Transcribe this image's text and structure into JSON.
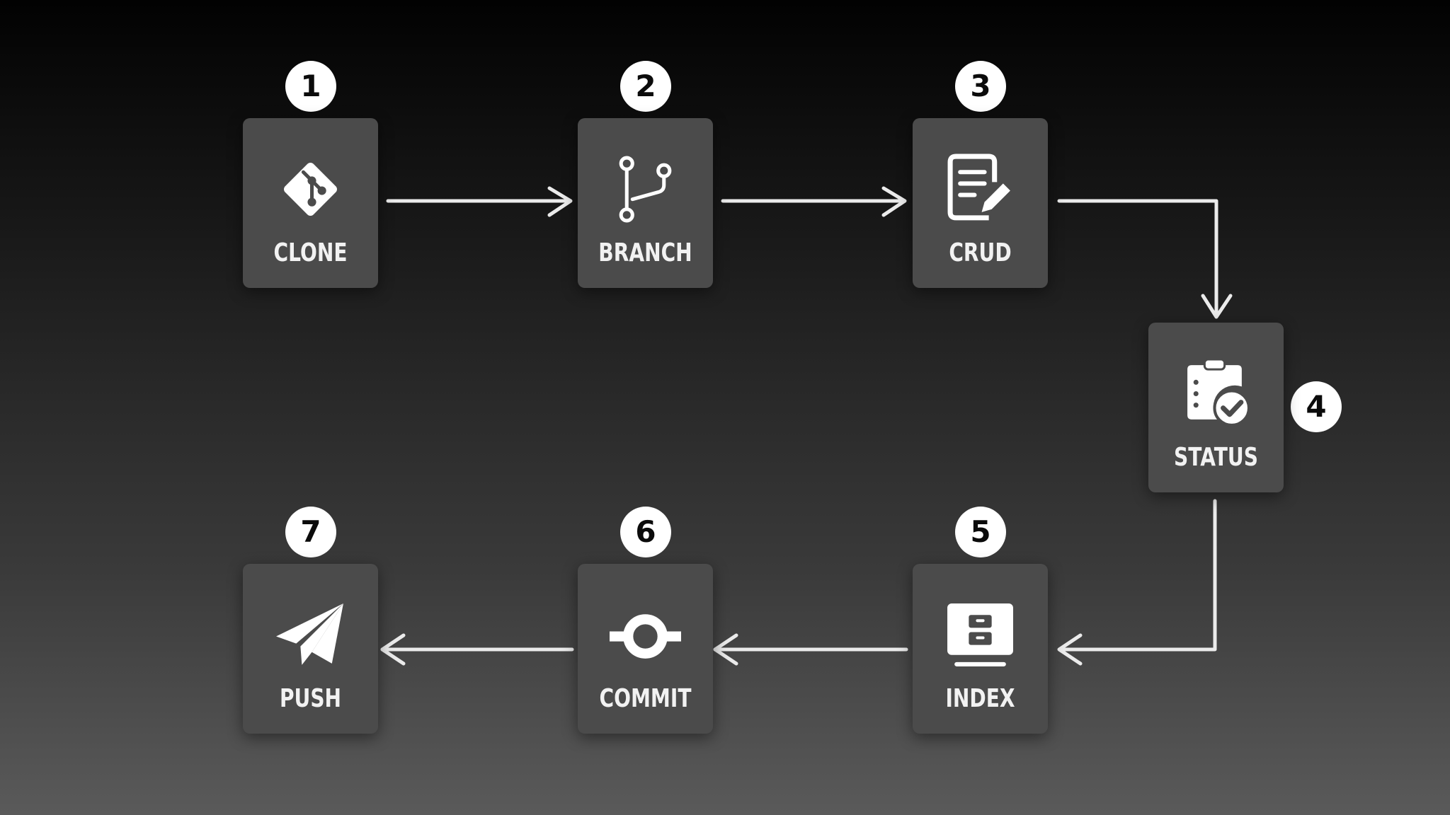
{
  "colors": {
    "card": "#4b4b4b",
    "badge": "#ffffff",
    "arrow": "#ebebeb",
    "label": "#f2f2f2"
  },
  "steps": [
    {
      "number": "1",
      "label": "CLONE",
      "icon": "git-icon"
    },
    {
      "number": "2",
      "label": "BRANCH",
      "icon": "branch-icon"
    },
    {
      "number": "3",
      "label": "CRUD",
      "icon": "edit-document-icon"
    },
    {
      "number": "4",
      "label": "STATUS",
      "icon": "clipboard-check-icon"
    },
    {
      "number": "5",
      "label": "INDEX",
      "icon": "archive-icon"
    },
    {
      "number": "6",
      "label": "COMMIT",
      "icon": "commit-icon"
    },
    {
      "number": "7",
      "label": "PUSH",
      "icon": "paper-plane-icon"
    }
  ]
}
